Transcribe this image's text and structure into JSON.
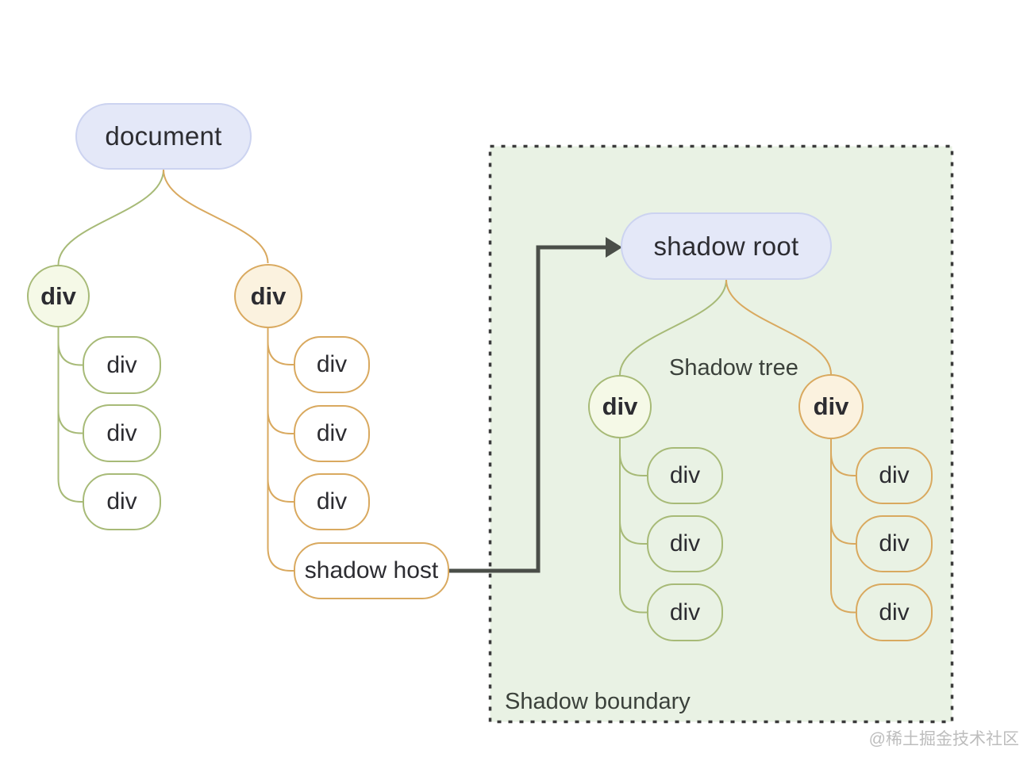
{
  "diagram": {
    "document_label": "document",
    "doc_tree": {
      "green": {
        "label": "div",
        "children": [
          "div",
          "div",
          "div"
        ]
      },
      "orange": {
        "label": "div",
        "children": [
          "div",
          "div",
          "div"
        ],
        "shadow_host_label": "shadow host"
      }
    },
    "shadow": {
      "root_label": "shadow root",
      "tree_caption": "Shadow tree",
      "boundary_caption": "Shadow boundary",
      "green": {
        "label": "div",
        "children": [
          "div",
          "div",
          "div"
        ]
      },
      "orange": {
        "label": "div",
        "children": [
          "div",
          "div",
          "div"
        ]
      }
    },
    "watermark": "@稀土掘金技术社区",
    "colors": {
      "lavender_fill": "#e4e8f8",
      "lavender_stroke": "#ccd3f0",
      "green_fill": "#f5f9e7",
      "green_stroke": "#a7ba77",
      "orange_fill": "#fbf2df",
      "orange_stroke": "#d9a95f",
      "box_fill": "#e9f2e4",
      "boundary_stroke": "#3b3b3b",
      "arrow": "#4a4e48",
      "text": "#2c2c31",
      "caption_text": "#3b413b",
      "watermark_text": "#bdbdbd"
    }
  }
}
